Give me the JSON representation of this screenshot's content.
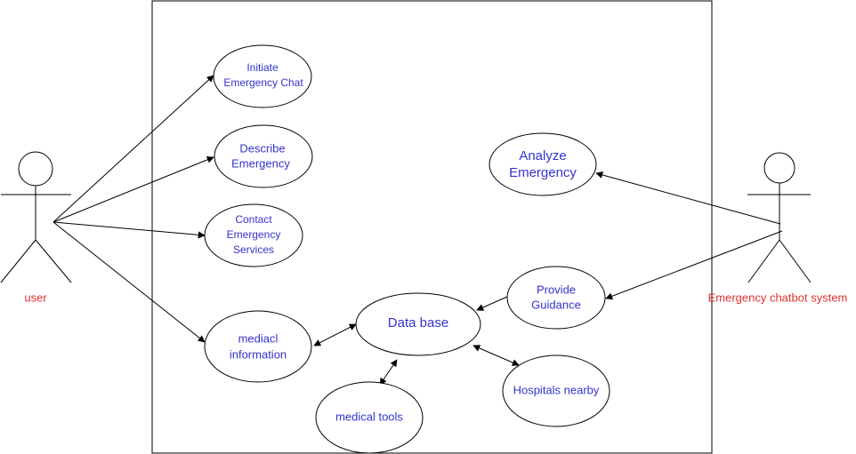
{
  "colors": {
    "usecase_text": "#3333cc",
    "actor_label": "#e03030",
    "stroke": "#000000",
    "background": "#ffffff"
  },
  "actors": {
    "user": {
      "label": "user"
    },
    "system": {
      "label": "Emergency chatbot system"
    }
  },
  "use_cases": {
    "initiate": {
      "line1": "Initiate",
      "line2": "Emergency Chat"
    },
    "describe": {
      "line1": "Describe",
      "line2": "Emergency"
    },
    "contact": {
      "line1": "Contact",
      "line2": "Emergency",
      "line3": "Services"
    },
    "medical_info": {
      "line1": "mediacl",
      "line2": "information"
    },
    "database": {
      "line1": "Data base"
    },
    "medical_tools": {
      "line1": "medical tools"
    },
    "analyze": {
      "line1": "Analyze",
      "line2": "Emergency"
    },
    "guidance": {
      "line1": "Provide",
      "line2": "Guidance"
    },
    "hospitals": {
      "line1": "Hospitals nearby"
    }
  }
}
